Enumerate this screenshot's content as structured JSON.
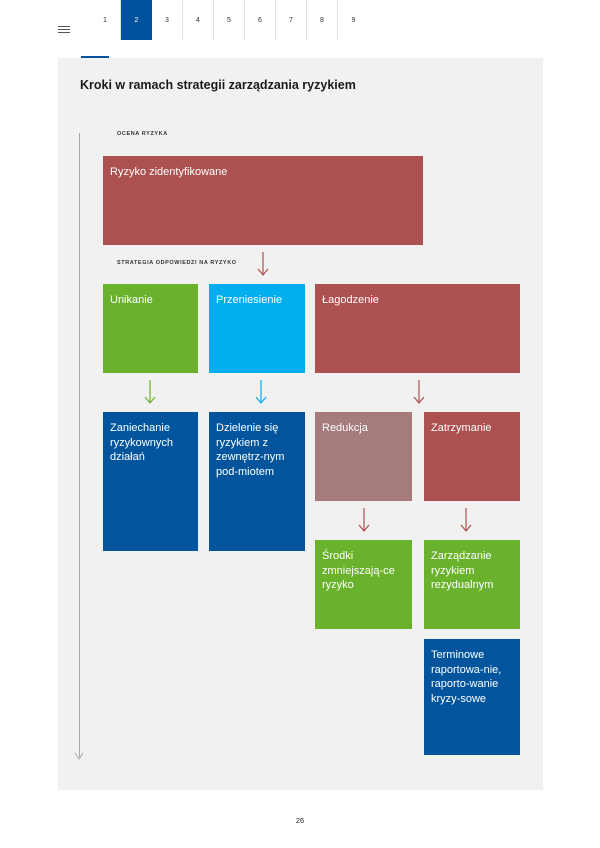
{
  "nav": {
    "pages": [
      "1",
      "2",
      "3",
      "4",
      "5",
      "6",
      "7",
      "8",
      "9"
    ],
    "active_page": "2"
  },
  "title": "Kroki w ramach strategii zarządzania ryzykiem",
  "sections": {
    "assessment": "OCENA RYZYKA",
    "response": "STRATEGIA ODPOWIEDZI NA RYZYKO"
  },
  "boxes": {
    "identified": "Ryzyko zidentyfikowane",
    "avoidance": "Unikanie",
    "transfer": "Przeniesienie",
    "mitigation": "Łagodzenie",
    "avoid_action": "Zaniechanie ryzykownych działań",
    "transfer_action": "Dzielenie się ryzykiem z zewnętrz-nym pod-miotem",
    "reduction": "Redukcja",
    "retention": "Zatrzymanie",
    "reduction_measures": "Środki zmniejszają-ce ryzyko",
    "residual_management": "Zarządzanie ryzykiem rezydualnym",
    "reporting": "Terminowe raportowa-nie, raporto-wanie kryzy-sowe"
  },
  "colors": {
    "red": "#ad5050",
    "green": "#6ab12c",
    "light_blue": "#03aeef",
    "navy": "#02559d",
    "mauve": "#a67b7b",
    "panel": "#f1f1f1"
  },
  "page_number": "26"
}
